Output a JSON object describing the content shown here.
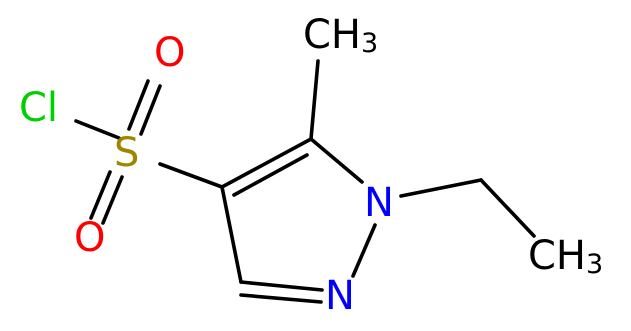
{
  "molecule": {
    "atoms": {
      "chlorine": {
        "symbol": "Cl",
        "color": "#00d000"
      },
      "sulfur": {
        "symbol": "S",
        "color": "#a08500"
      },
      "oxygen_top": {
        "symbol": "O",
        "color": "#ff0000"
      },
      "oxygen_bottom": {
        "symbol": "O",
        "color": "#ff0000"
      },
      "nitrogen_1": {
        "symbol": "N",
        "color": "#0000ff"
      },
      "nitrogen_2": {
        "symbol": "N",
        "color": "#0000ff"
      },
      "methyl_top": {
        "symbol": "CH",
        "subscript": "3",
        "color": "#000000"
      },
      "methyl_ethyl": {
        "symbol": "CH",
        "subscript": "3",
        "color": "#000000"
      }
    },
    "bond_color": "#000000"
  }
}
